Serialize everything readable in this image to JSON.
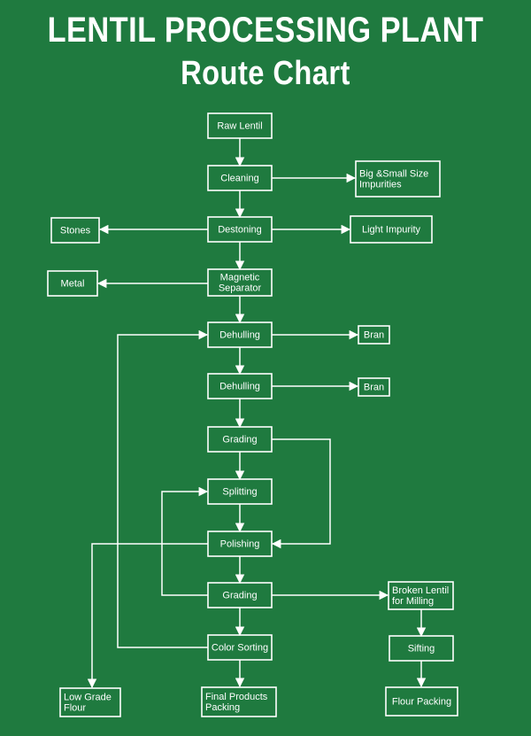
{
  "header": {
    "title": "LENTIL PROCESSING PLANT",
    "subtitle": "Route Chart"
  },
  "colors": {
    "background": "#1f7a3f",
    "foreground": "#ffffff"
  },
  "nodes": {
    "raw_lentil": [
      "Raw Lentil"
    ],
    "cleaning": [
      "Cleaning"
    ],
    "impurities": [
      "Big &Small Size",
      "Impurities"
    ],
    "stones": [
      "Stones"
    ],
    "destoning": [
      "Destoning"
    ],
    "light_impurity": [
      "Light Impurity"
    ],
    "metal": [
      "Metal"
    ],
    "magnetic": [
      "Magnetic",
      "Separator"
    ],
    "dehulling1": [
      "Dehulling"
    ],
    "bran1": [
      "Bran"
    ],
    "dehulling2": [
      "Dehulling"
    ],
    "bran2": [
      "Bran"
    ],
    "grading1": [
      "Grading"
    ],
    "splitting": [
      "Splitting"
    ],
    "polishing": [
      "Polishing"
    ],
    "grading2": [
      "Grading"
    ],
    "broken": [
      "Broken Lentil",
      "for Milling"
    ],
    "color_sorting": [
      "Color Sorting"
    ],
    "sifting": [
      "Sifting"
    ],
    "low_grade": [
      "Low Grade",
      "Flour"
    ],
    "final": [
      "Final Products",
      "Packing"
    ],
    "flour_packing": [
      "Flour Packing"
    ]
  }
}
